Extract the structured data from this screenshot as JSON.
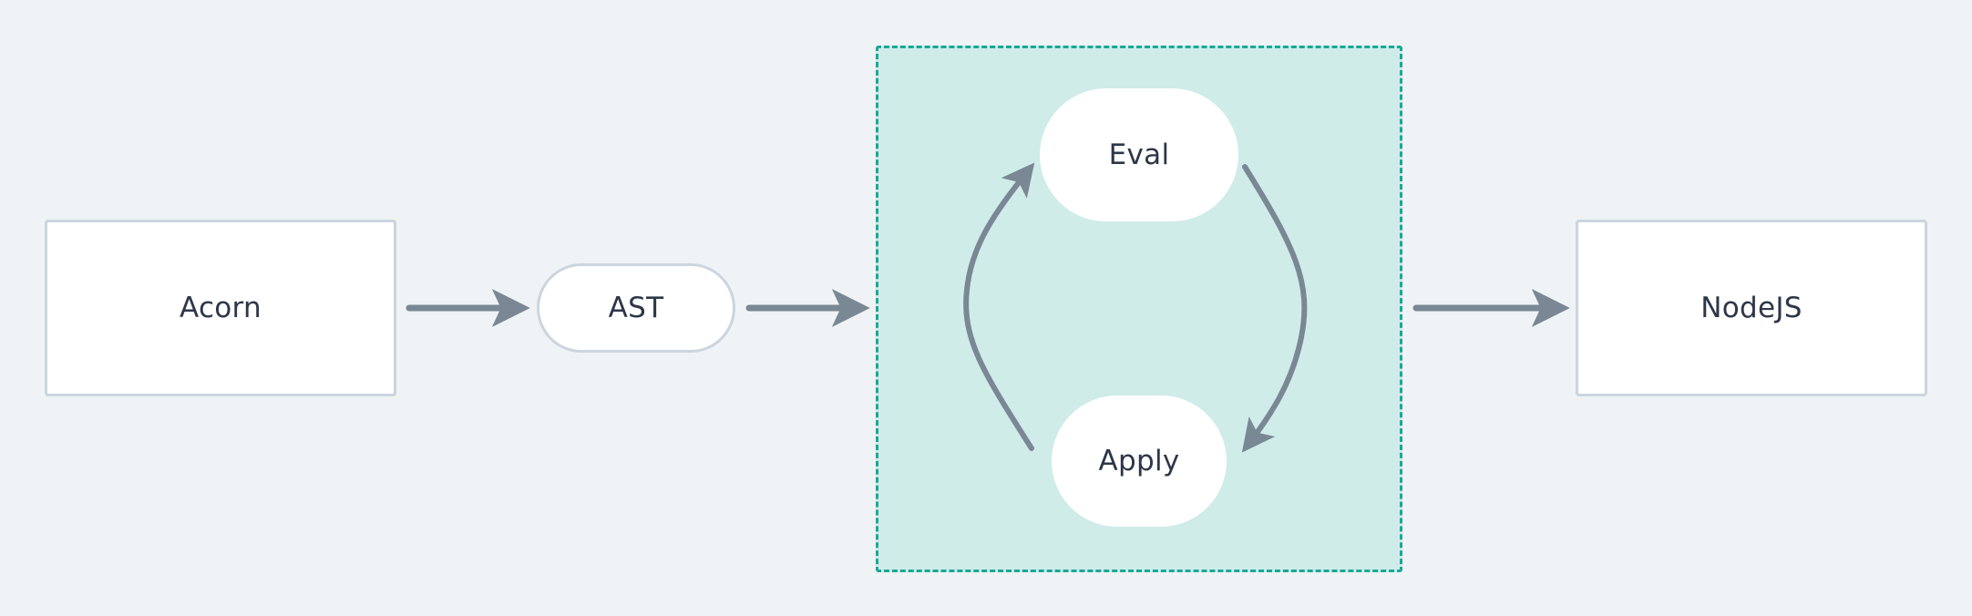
{
  "nodes": {
    "acorn": {
      "label": "Acorn"
    },
    "ast": {
      "label": "AST"
    },
    "eval": {
      "label": "Eval"
    },
    "apply": {
      "label": "Apply"
    },
    "nodejs": {
      "label": "NodeJS"
    }
  },
  "colors": {
    "background": "#eff3f5",
    "node_fill": "#ffffff",
    "node_border": "#cbd5df",
    "text": "#2d3748",
    "group_fill": "#cfece9",
    "group_border": "#1aa896",
    "arrow": "#7a8794"
  }
}
